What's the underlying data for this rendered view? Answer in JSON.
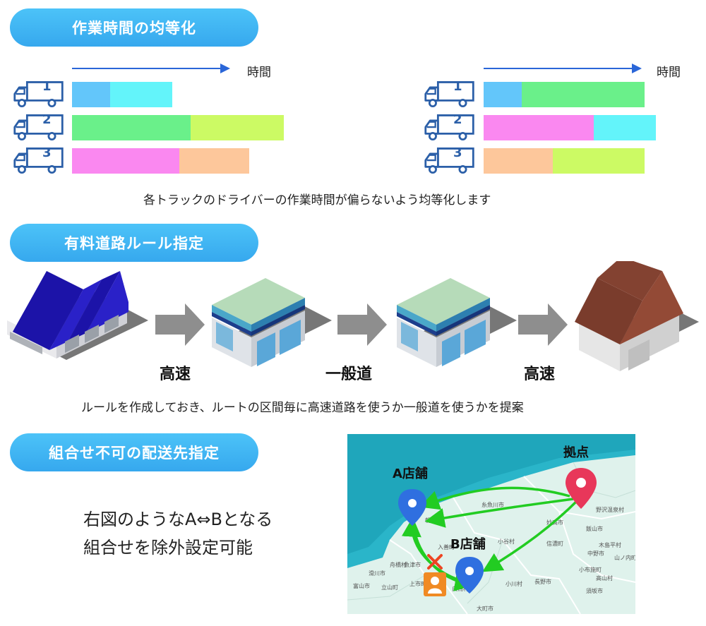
{
  "sections": {
    "s1": {
      "title": "作業時間の均等化"
    },
    "s2": {
      "title": "有料道路ルール指定"
    },
    "s3": {
      "title": "組合せ不可の配送先指定"
    }
  },
  "s1": {
    "axis_label": "時間",
    "caption": "各トラックのドライバーの作業時間が偏らないよう均等化します",
    "left": [
      {
        "truck": "1",
        "segments": [
          {
            "len": 54,
            "color": "#63c6fa"
          },
          {
            "len": 88,
            "color": "#63f4fa"
          }
        ]
      },
      {
        "truck": "2",
        "segments": [
          {
            "len": 168,
            "color": "#6af08a"
          },
          {
            "len": 132,
            "color": "#ccfa64"
          }
        ]
      },
      {
        "truck": "3",
        "segments": [
          {
            "len": 152,
            "color": "#fa88f0"
          },
          {
            "len": 99,
            "color": "#fdc79b"
          }
        ]
      }
    ],
    "right": [
      {
        "truck": "1",
        "segments": [
          {
            "len": 54,
            "color": "#63c6fa"
          },
          {
            "len": 174,
            "color": "#6af08a"
          }
        ]
      },
      {
        "truck": "2",
        "segments": [
          {
            "len": 156,
            "color": "#fa88f0"
          },
          {
            "len": 88,
            "color": "#63f4fa"
          }
        ]
      },
      {
        "truck": "3",
        "segments": [
          {
            "len": 98,
            "color": "#fdc79b"
          },
          {
            "len": 130,
            "color": "#ccfa64"
          }
        ]
      }
    ]
  },
  "s2": {
    "labels": [
      "高速",
      "一般道",
      "高速"
    ],
    "caption": "ルールを作成しておき、ルートの区間毎に高速道路を使うか一般道を使うかを提案"
  },
  "s3": {
    "desc_line1": "右図のようなA⇔Bとなる",
    "desc_line2": "組合せを除外設定可能",
    "map": {
      "base_label": "拠点",
      "store_a": "A店舗",
      "store_b": "B店舗",
      "towns": [
        "糸魚川市",
        "妙高市",
        "小谷村",
        "白馬村",
        "信濃町",
        "飯山市",
        "中野市",
        "大町市",
        "長野市",
        "小川村",
        "木島平村",
        "野沢温泉村",
        "山ノ内町",
        "高山村",
        "須坂市",
        "小布施町",
        "朝日町",
        "魚津市",
        "上市町",
        "富山市",
        "立山町",
        "舟橋村",
        "滑川市",
        "入善町"
      ]
    }
  },
  "colors": {
    "accent": "#36a8ee",
    "arrow": "#2a66d8",
    "route": "#22cc22",
    "pin_base": "#e8375a",
    "pin_store": "#2f6fe0",
    "blocked": "#ee4422"
  }
}
